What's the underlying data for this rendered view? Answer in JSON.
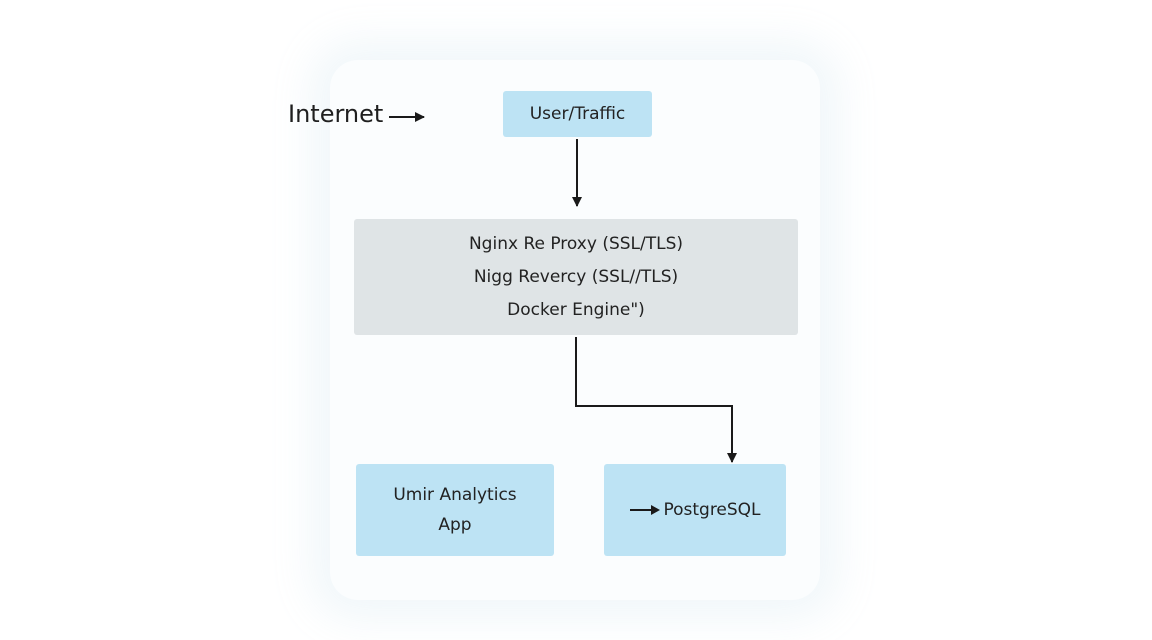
{
  "external_label": "Internet",
  "nodes": {
    "user": {
      "label": "User/Traffic"
    },
    "proxy": {
      "lines": [
        "Nginx Re Proxy (SSL/TLS)",
        "Nigg Revercy (SSL//TLS)",
        "Docker Engine\")"
      ]
    },
    "app": {
      "lines": [
        "Umir Analytics",
        "App"
      ]
    },
    "database": {
      "label": "PostgreSQL"
    }
  },
  "colors": {
    "node_blue": "#bde3f4",
    "node_grey": "#dfe4e6",
    "arrow": "#1a1a1a"
  }
}
